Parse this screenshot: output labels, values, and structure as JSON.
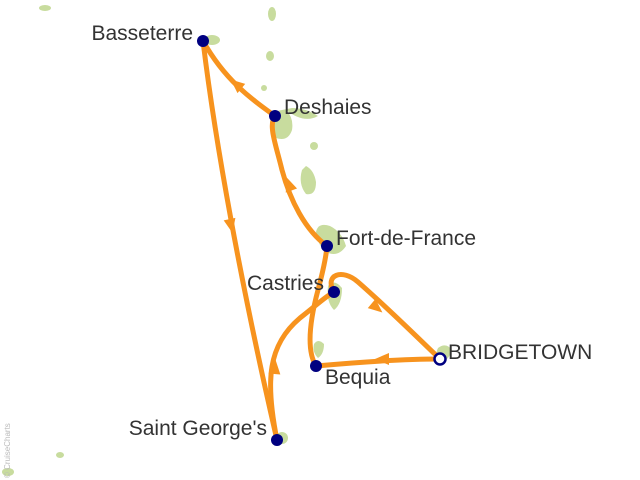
{
  "colors": {
    "land": "#c8dc9e",
    "route": "#f7931e",
    "port": "#000080",
    "label": "#333333"
  },
  "ports": {
    "basseterre": "Basseterre",
    "deshaies": "Deshaies",
    "fort_de_france": "Fort-de-France",
    "castries": "Castries",
    "bridgetown": "BRIDGETOWN",
    "bequia": "Bequia",
    "saint_georges": "Saint George's"
  },
  "homeport": "BRIDGETOWN",
  "credit": "© CruiseCharts"
}
